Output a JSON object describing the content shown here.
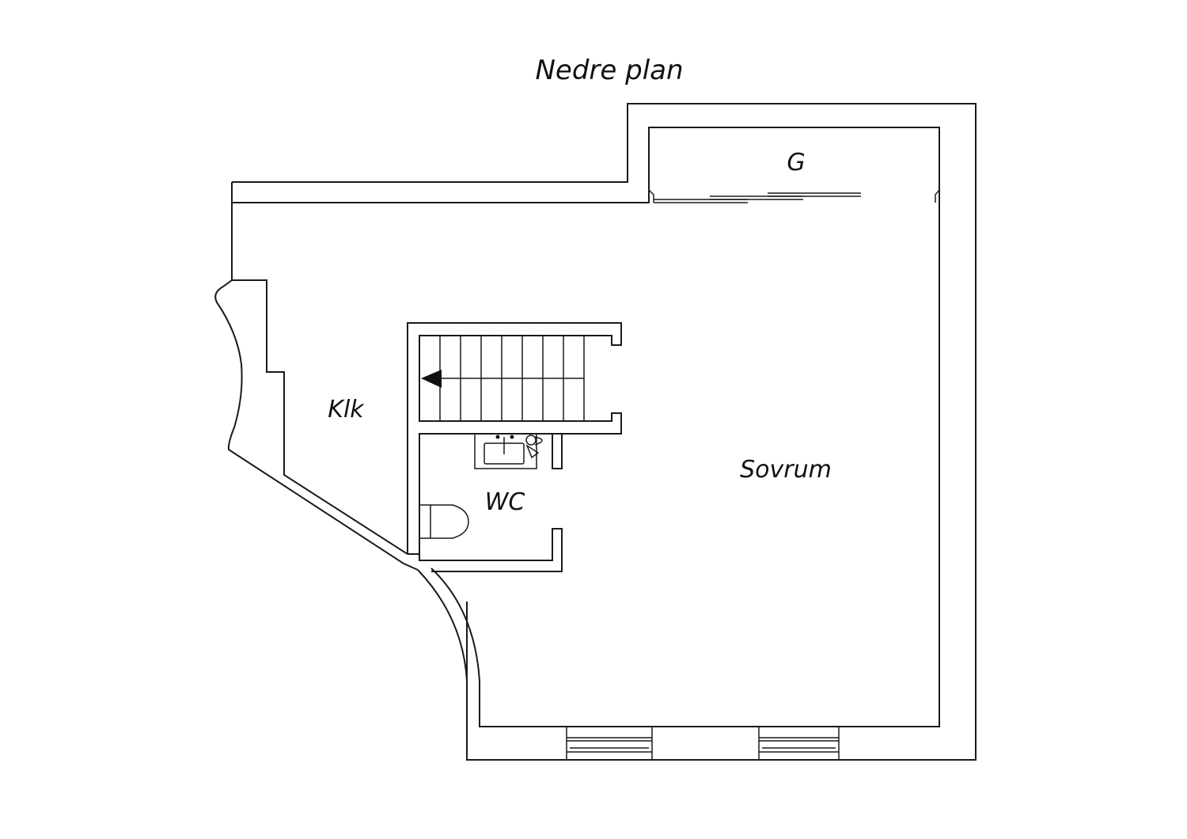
{
  "plan": {
    "title": "Nedre plan",
    "rooms": {
      "kitchen": "Klk",
      "wc": "WC",
      "bedroom": "Sovrum",
      "g": "G"
    },
    "colors": {
      "line": "#1a1a1a",
      "background": "#ffffff"
    }
  }
}
